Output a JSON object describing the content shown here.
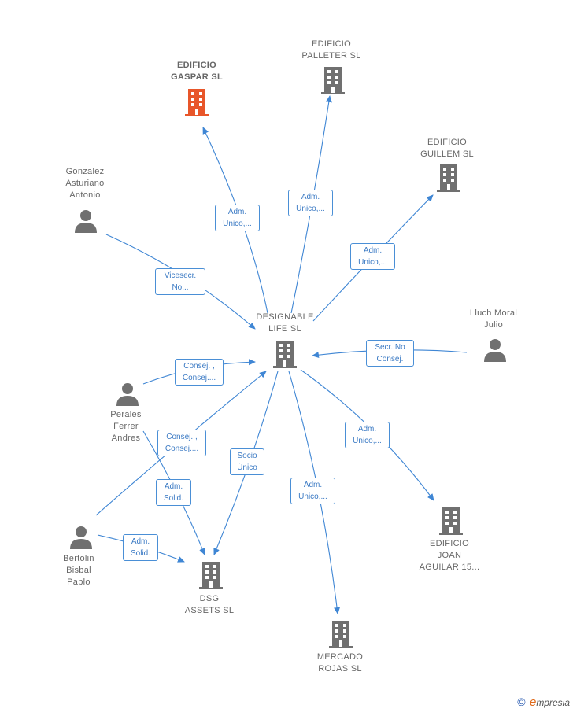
{
  "colors": {
    "building": "#707070",
    "building_highlight": "#e8562a",
    "person": "#707070",
    "edge": "#3f86d4"
  },
  "nodes": {
    "center": {
      "lines": [
        "DESIGNABLE",
        "LIFE  SL"
      ],
      "icon": "building-icon"
    },
    "gaspar": {
      "lines": [
        "EDIFICIO",
        "GASPAR  SL"
      ],
      "icon": "building-icon"
    },
    "palleter": {
      "lines": [
        "EDIFICIO",
        "PALLETER  SL"
      ],
      "icon": "building-icon"
    },
    "guillem": {
      "lines": [
        "EDIFICIO",
        "GUILLEM  SL"
      ],
      "icon": "building-icon"
    },
    "joan": {
      "lines": [
        "EDIFICIO",
        "JOAN",
        "AGUILAR 15..."
      ],
      "icon": "building-icon"
    },
    "mercado": {
      "lines": [
        "MERCADO",
        "ROJAS  SL"
      ],
      "icon": "building-icon"
    },
    "dsg": {
      "lines": [
        "DSG",
        "ASSETS  SL"
      ],
      "icon": "building-icon"
    },
    "gonzalez": {
      "lines": [
        "Gonzalez",
        "Asturiano",
        "Antonio"
      ],
      "icon": "person-icon"
    },
    "lluch": {
      "lines": [
        "Lluch Moral",
        "Julio"
      ],
      "icon": "person-icon"
    },
    "perales": {
      "lines": [
        "Perales",
        "Ferrer",
        "Andres"
      ],
      "icon": "person-icon"
    },
    "bertolin": {
      "lines": [
        "Bertolin",
        "Bisbal",
        "Pablo"
      ],
      "icon": "person-icon"
    }
  },
  "edges": {
    "gaspar": {
      "lines": [
        "Adm.",
        "Unico,..."
      ]
    },
    "palleter": {
      "lines": [
        "Adm.",
        "Unico,..."
      ]
    },
    "guillem": {
      "lines": [
        "Adm.",
        "Unico,..."
      ]
    },
    "gonzalez": {
      "lines": [
        "Vicesecr.",
        "No..."
      ]
    },
    "lluch": {
      "lines": [
        "Secr.  No",
        "Consej."
      ]
    },
    "perales": {
      "lines": [
        "Consej. ,",
        "Consej...."
      ]
    },
    "bertolin": {
      "lines": [
        "Consej. ,",
        "Consej...."
      ]
    },
    "socio": {
      "lines": [
        "Socio",
        "Único"
      ]
    },
    "perales_dsg": {
      "lines": [
        "Adm.",
        "Solid."
      ]
    },
    "bertolin_dsg": {
      "lines": [
        "Adm.",
        "Solid."
      ]
    },
    "mercado": {
      "lines": [
        "Adm.",
        "Unico,..."
      ]
    },
    "joan": {
      "lines": [
        "Adm.",
        "Unico,..."
      ]
    }
  },
  "footer": {
    "copyright": "©",
    "brand_initial": "e",
    "brand_rest": "mpresia"
  }
}
